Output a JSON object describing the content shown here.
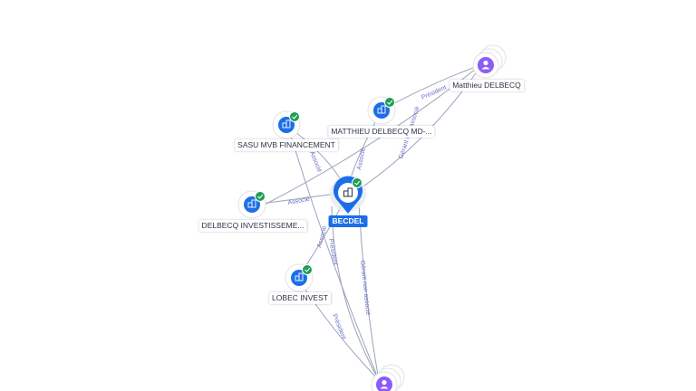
{
  "colors": {
    "company": "#1c6ee8",
    "person": "#8b5cf6",
    "check": "#1e9e57",
    "edge": "#9aa3b8",
    "edge_label": "#6d6fc7"
  },
  "nodes": {
    "becdel": {
      "label": "BECDEL",
      "type": "company-main",
      "icon": "building-icon",
      "verified": true
    },
    "sasu_mvb": {
      "label": "SASU MVB FINANCEMENT",
      "type": "company",
      "icon": "building-icon",
      "verified": true
    },
    "matthieu_md": {
      "label": "MATTHIEU DELBECQ MD-...",
      "type": "company",
      "icon": "building-icon",
      "verified": true
    },
    "delbecq_inv": {
      "label": "DELBECQ INVESTISSEME...",
      "type": "company",
      "icon": "building-icon",
      "verified": true
    },
    "lobec": {
      "label": "LOBEC INVEST",
      "type": "company",
      "icon": "building-icon",
      "verified": true
    },
    "matthieu_person": {
      "label": "Matthieu DELBECQ",
      "type": "person",
      "icon": "person-icon"
    },
    "person_bottom": {
      "label": "",
      "type": "person",
      "icon": "person-icon"
    }
  },
  "edge_labels": {
    "e_president_top": "Président",
    "e_gerant_top": "Gérant non associé",
    "e_associe_md": "Associé",
    "e_associe_mvb": "Associé",
    "e_associe_dinv": "Associé",
    "e_associe_lobec": "Associé",
    "e_president_lobec": "Président",
    "e_gerant_bottom": "Gérant non associé",
    "e_president_bottom": "Président"
  }
}
